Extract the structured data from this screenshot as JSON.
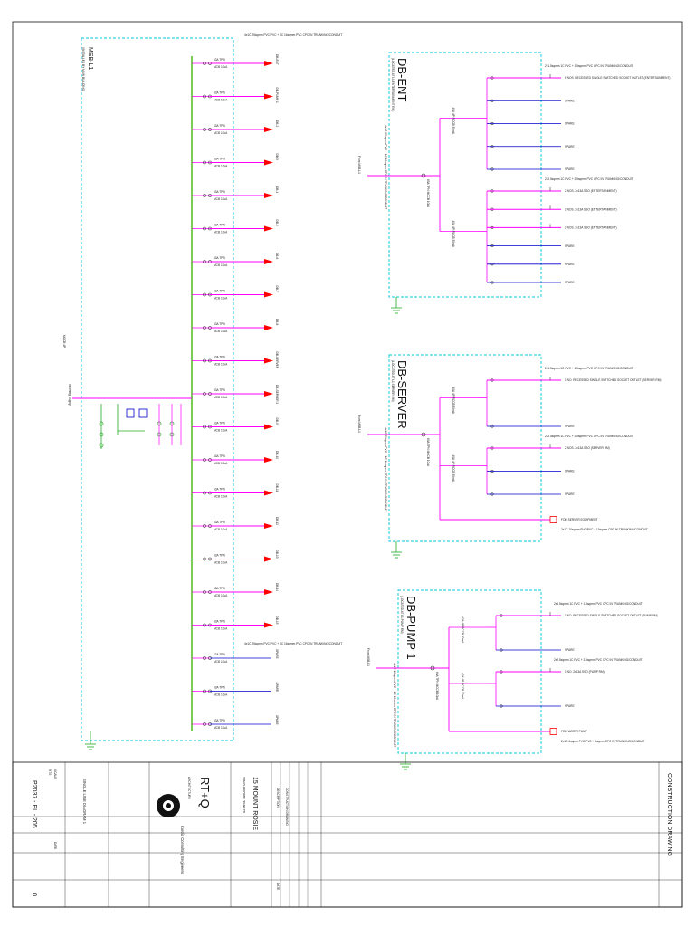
{
  "title_block": {
    "drawing_status": "CONSTRUCTION DRAWING",
    "project_address_line1": "15 MOUNT ROSIE",
    "project_address_line2": "SINGAPORE 359070",
    "architect_logo": "RT+Q",
    "architect_label": "ARCHITECTURE",
    "consultant_name": "Kurdia Consulting Engineers",
    "drawing_title": "SINGLE LINE DIAGRAM 1",
    "drawing_number": "P2037 - EL - 205",
    "revision": "0",
    "rev_table_first_desc": "CONSTRUCTION DRAWING",
    "rev_table_header_desc": "DESCRIPTION",
    "rev_table_header_date": "DATE",
    "scale_label": "SCALE",
    "scale_value": "NTS",
    "date_label": "DATE"
  },
  "main_board": {
    "name": "MSB-L1",
    "subtitle": "(INSTALLED BY MAIN BUILDING)",
    "incoming_label": "Incoming Supply",
    "breaker_label": "MCCB 4P",
    "earth_label": "E"
  },
  "msb_outgoing": {
    "breaker_label_1": "63A TPN",
    "breaker_label_2": "MCB 10kA",
    "circuits": [
      "DB-ENT",
      "DB-PUMP 1",
      "DB-2",
      "DB-3",
      "DB-4",
      "DB-5",
      "DB-6",
      "DB-7",
      "DB-8",
      "DB-SERVER",
      "DB-SERVER 2",
      "DB-9",
      "DB-10",
      "DB-11",
      "DB-12",
      "DB-13",
      "DB-14",
      "DB-15",
      "SPARE",
      "SPARE",
      "SPARE"
    ],
    "cable_note_top": "4x1C 25sqmm PVC/PVC + 1C 16sqmm PVC CPC IN TRUNKING/CONDUIT",
    "cable_note_bottom": "4x1C 25sqmm PVC/PVC + 1C 16sqmm PVC CPC IN TRUNKING/CONDUIT"
  },
  "boards": [
    {
      "name": "DB-ENT",
      "subtitle": "(LOCATED AT L1 ENTERTAINMENT RM)",
      "supply_from": "From MSB-L1",
      "incomer": "63A TPN MCCB 10kA",
      "cable": "4x1C 25sqmm PVC + 1C 16sqmm CPC IN TRUNKING/CONDUIT",
      "rccb": "40A 4P RCCB 30mA",
      "groups": [
        {
          "header": "2x1.5sqmm 1C PVC + 1.5sqmm PVC CPC IN TRUNKING/CONDUIT",
          "rows": [
            "6 NOS. RECESSED SINGLE SWITCHED SOCKET OUTLET (ENTERTAINMENT)",
            "SPARE",
            "SPARE",
            "SPARE",
            "SPARE"
          ]
        },
        {
          "header": "2x2.5sqmm 1C PVC + 2.5sqmm PVC CPC IN TRUNKING/CONDUIT",
          "rows": [
            "2 NOS. 2x13A SSO (ENTERTAINMENT)",
            "2 NOS. 2x13A SSO (ENTERTAINMENT)",
            "2 NOS. 2x13A SSO (ENTERTAINMENT)",
            "SPARE",
            "SPARE",
            "SPARE"
          ]
        }
      ]
    },
    {
      "name": "DB-SERVER",
      "subtitle": "(LOCATED AT L1 SERVER RM)",
      "supply_from": "From MSB-L1",
      "incomer": "63A TPN MCCB 10kA",
      "cable": "4x1C 25sqmm PVC + 1C 16sqmm CPC IN TRUNKING/CONDUIT",
      "rccb": "40A 4P RCCB 30mA",
      "groups": [
        {
          "header": "2x1.5sqmm 1C PVC + 1.5sqmm PVC CPC IN TRUNKING/CONDUIT",
          "rows": [
            "1 NO. RECESSED SINGLE SWITCHED SOCKET OUTLET (SERVER RM)",
            "SPARE"
          ]
        },
        {
          "header": "2x2.5sqmm 1C PVC + 2.5sqmm PVC CPC IN TRUNKING/CONDUIT",
          "rows": [
            "2 NOS. 2x13A SSO (SERVER RM)",
            "SPARE",
            "SPARE"
          ]
        }
      ],
      "isolator": "FOR SERVER EQUIPMENT",
      "isolator_cable": "2x1C 10sqmm PVC/PVC + 10sqmm CPC IN TRUNKING/CONDUIT"
    },
    {
      "name": "DB-PUMP 1",
      "subtitle": "(LOCATED AT L1 PUMP RM)",
      "supply_from": "From MSB-L1",
      "incomer": "63A TPN MCCB 10kA",
      "cable": "4x1C 16sqmm PVC + 1C 10sqmm CPC IN TRUNKING/CONDUIT",
      "rccb": "40A 4P RCCB 30mA",
      "groups": [
        {
          "header": "2x1.5sqmm 1C PVC + 1.5sqmm PVC CPC IN TRUNKING/CONDUIT",
          "rows": [
            "1 NO. RECESSED SINGLE SWITCHED SOCKET OUTLET (PUMP RM)",
            "SPARE"
          ]
        },
        {
          "header": "2x2.5sqmm 1C PVC + 2.5sqmm PVC CPC IN TRUNKING/CONDUIT",
          "rows": [
            "1 NO. 2x13A SSO (PUMP RM)",
            "SPARE"
          ]
        }
      ],
      "isolator": "FOR WATER PUMP",
      "isolator_cable": "2x1C 6sqmm PVC/PVC + 6sqmm CPC IN TRUNKING/CONDUIT"
    }
  ],
  "colors": {
    "magenta": "#ff00ff",
    "red": "#ff0000",
    "blue": "#0000cc",
    "cyan_dash": "#00c8d8",
    "green": "#22aa22",
    "black": "#111111"
  }
}
